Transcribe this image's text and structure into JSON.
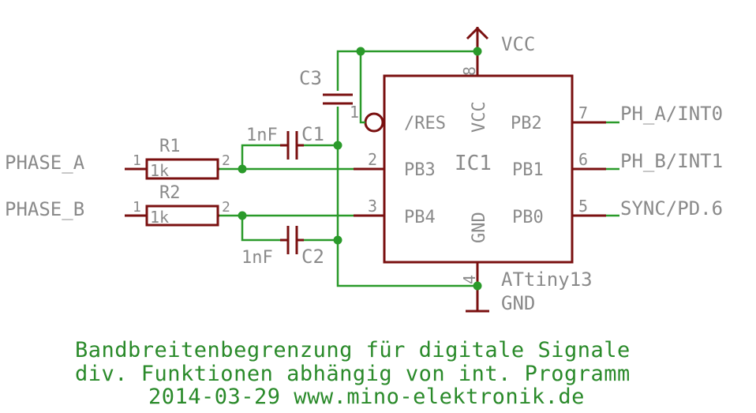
{
  "title_block": {
    "line1": "Bandbreitenbegrenzung für digitale Signale",
    "line2": "div. Funktionen abhängig von int. Programm",
    "line3": "2014-03-29 www.mino-elektronik.de"
  },
  "ic": {
    "designator": "IC1",
    "part": "ATtiny13",
    "pins": {
      "res": "/RES",
      "vcc": "VCC",
      "gnd": "GND",
      "pb0": "PB0",
      "pb1": "PB1",
      "pb2": "PB2",
      "pb3": "PB3",
      "pb4": "PB4"
    },
    "pin_numbers": {
      "p1": "1",
      "p2": "2",
      "p3": "3",
      "p4": "4",
      "p5": "5",
      "p6": "6",
      "p7": "7",
      "p8": "8"
    }
  },
  "power": {
    "vcc": "VCC",
    "gnd": "GND"
  },
  "resistors": [
    {
      "designator": "R1",
      "value": "1k",
      "pin1": "1",
      "pin2": "2"
    },
    {
      "designator": "R2",
      "value": "1k",
      "pin1": "1",
      "pin2": "2"
    }
  ],
  "capacitors": [
    {
      "designator": "C1",
      "value": "1nF"
    },
    {
      "designator": "C2",
      "value": "1nF"
    },
    {
      "designator": "C3",
      "value": ""
    }
  ],
  "nets": {
    "phase_a": "PHASE_A",
    "phase_b": "PHASE_B",
    "ph_a": "PH_A/INT0",
    "ph_b": "PH_B/INT1",
    "sync": "SYNC/PD.6"
  },
  "colors": {
    "wire": "#2a9a2a",
    "part": "#7a1010",
    "label": "#8a8a8a",
    "caption": "#2a8a2a"
  }
}
